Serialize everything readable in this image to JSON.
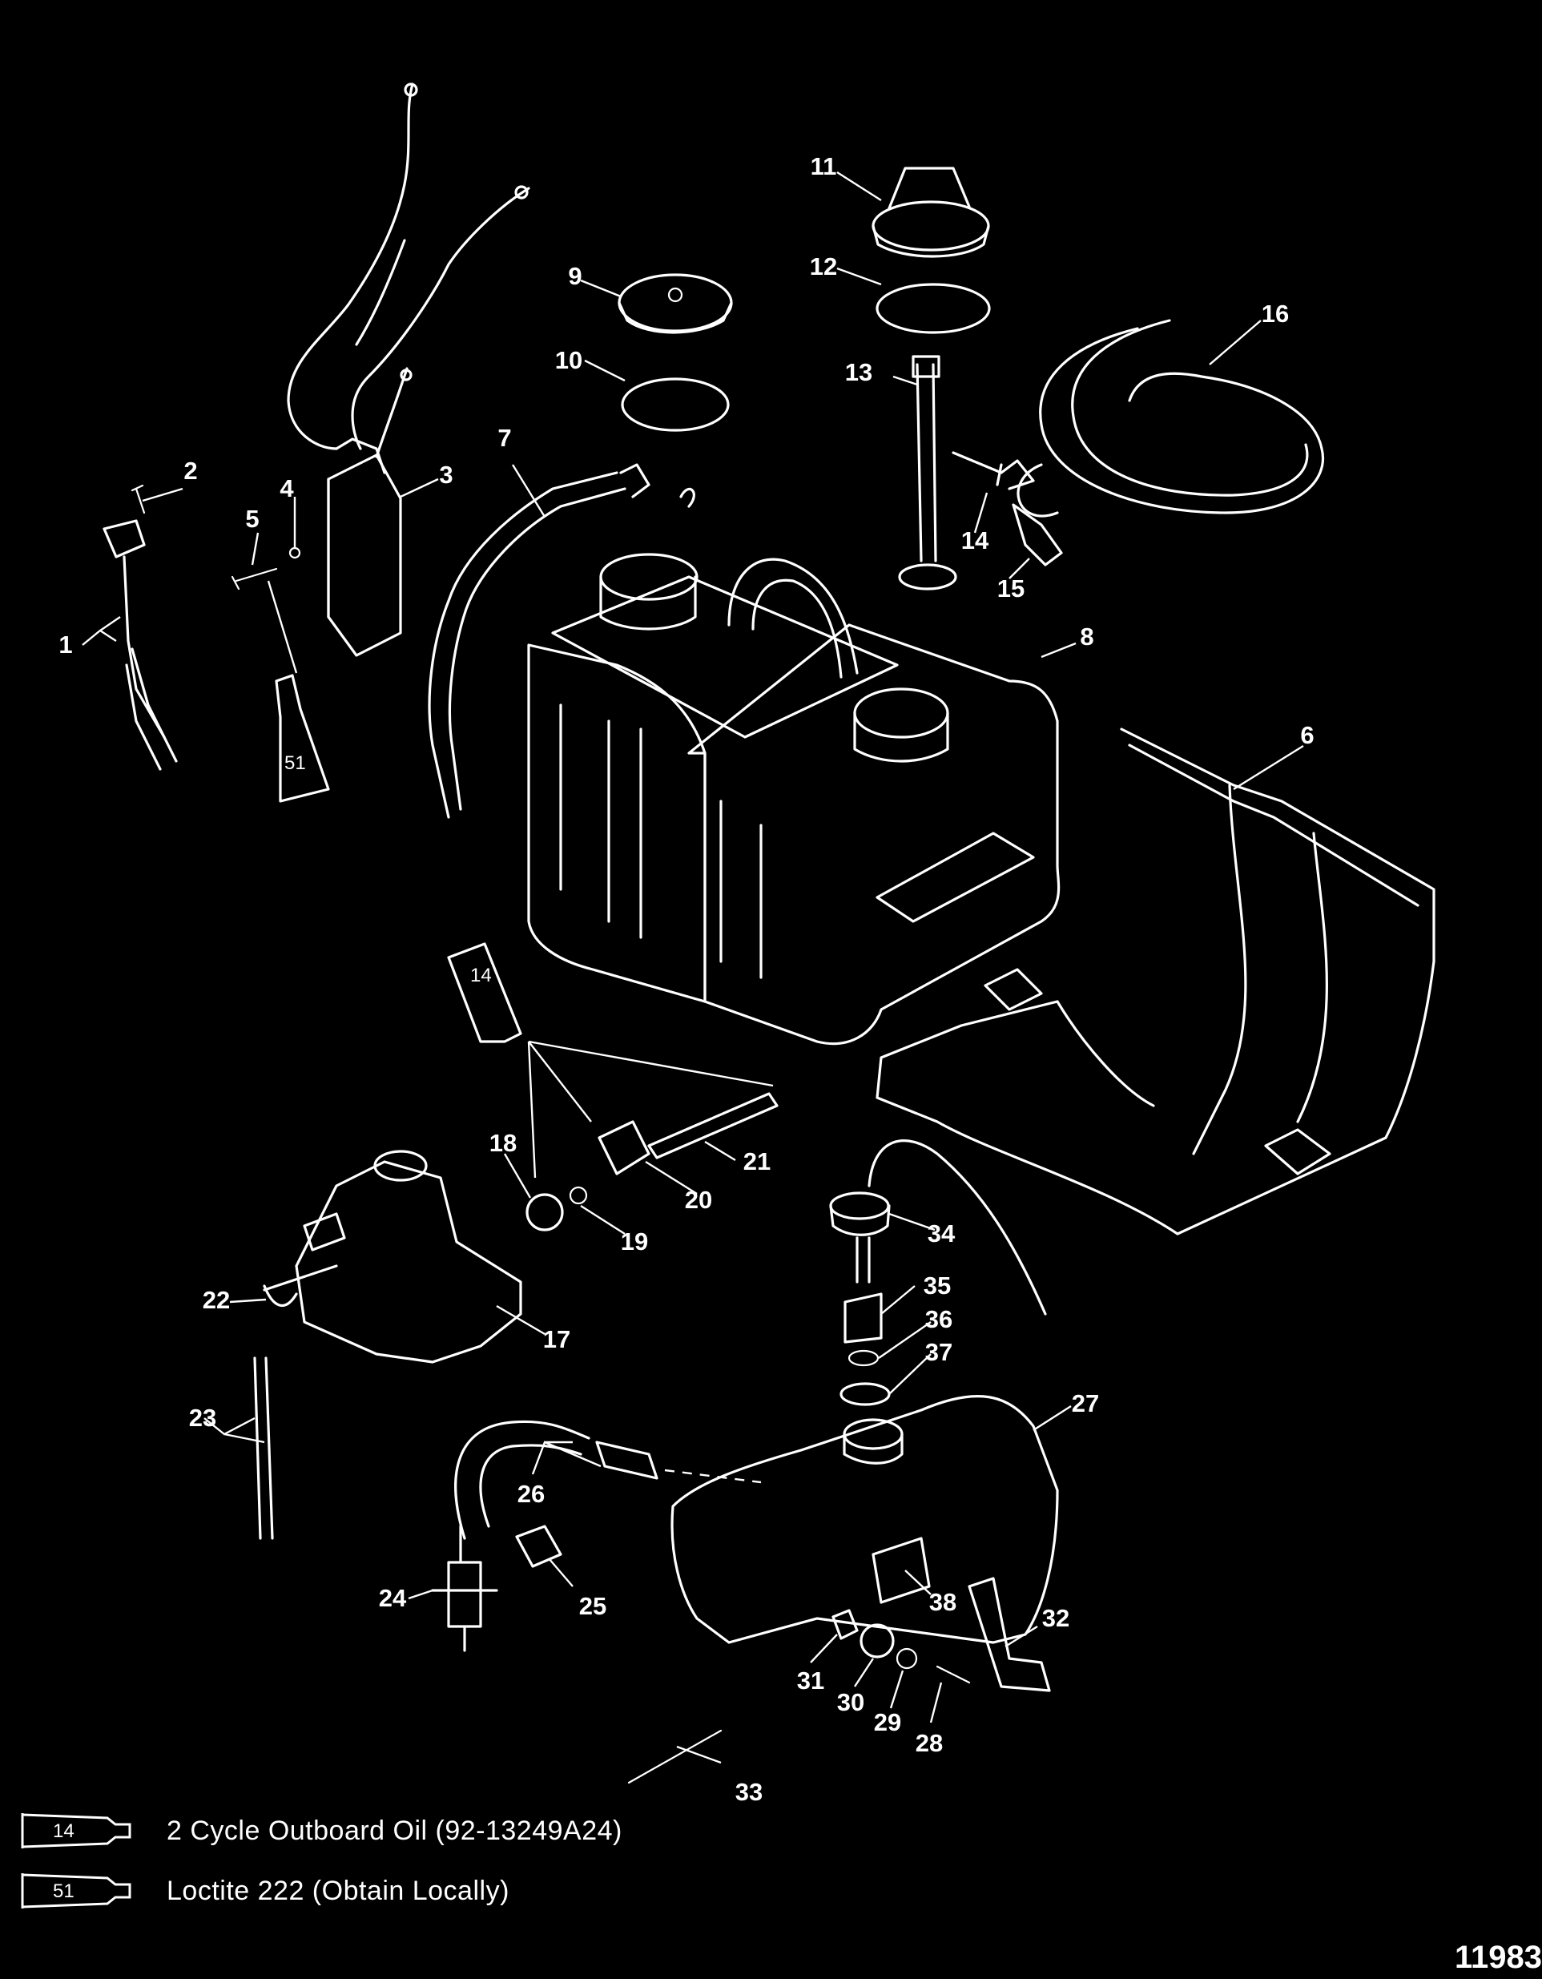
{
  "callouts": [
    {
      "label": "1"
    },
    {
      "label": "2"
    },
    {
      "label": "3"
    },
    {
      "label": "4"
    },
    {
      "label": "5"
    },
    {
      "label": "6"
    },
    {
      "label": "7"
    },
    {
      "label": "8"
    },
    {
      "label": "9"
    },
    {
      "label": "10"
    },
    {
      "label": "11"
    },
    {
      "label": "12"
    },
    {
      "label": "13"
    },
    {
      "label": "14"
    },
    {
      "label": "14"
    },
    {
      "label": "15"
    },
    {
      "label": "16"
    },
    {
      "label": "17"
    },
    {
      "label": "18"
    },
    {
      "label": "19"
    },
    {
      "label": "20"
    },
    {
      "label": "21"
    },
    {
      "label": "22"
    },
    {
      "label": "23"
    },
    {
      "label": "24"
    },
    {
      "label": "25"
    },
    {
      "label": "26"
    },
    {
      "label": "27"
    },
    {
      "label": "28"
    },
    {
      "label": "29"
    },
    {
      "label": "30"
    },
    {
      "label": "31"
    },
    {
      "label": "32"
    },
    {
      "label": "33"
    },
    {
      "label": "34"
    },
    {
      "label": "35"
    },
    {
      "label": "36"
    },
    {
      "label": "37"
    },
    {
      "label": "38"
    }
  ],
  "tube_labels": {
    "tube_51_part": "51",
    "tube_14_part": "14"
  },
  "legend": [
    {
      "code": "14",
      "text": "2 Cycle Outboard Oil (92-13249A24)"
    },
    {
      "code": "51",
      "text": "Loctite 222  (Obtain Locally)"
    }
  ],
  "figure_id": "11983",
  "colors": {
    "background": "#000000",
    "lines": "#ffffff"
  }
}
